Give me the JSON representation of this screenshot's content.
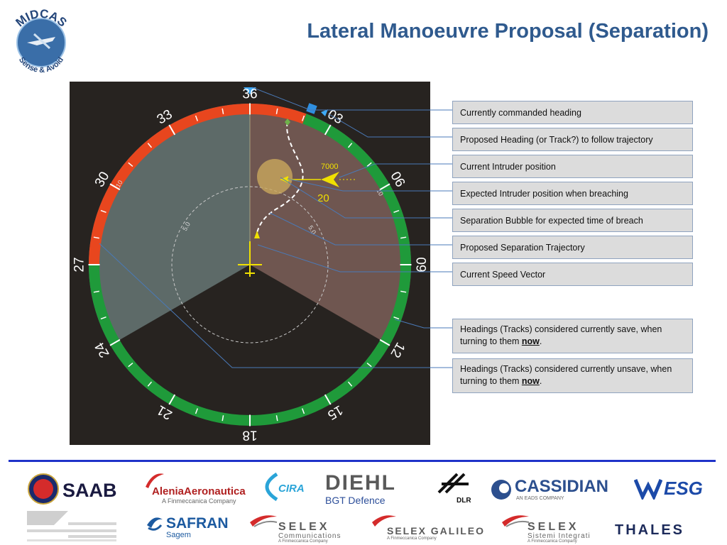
{
  "title": "Lateral Manoeuvre Proposal (Separation)",
  "logo": {
    "text_top": "MIDCAS",
    "text_bottom": "Sense & Avoid"
  },
  "display": {
    "cardinal_labels": [
      "36",
      "03",
      "06",
      "09",
      "12",
      "15",
      "18",
      "21",
      "24",
      "27",
      "30",
      "33"
    ],
    "range_labels": [
      "10",
      "10",
      "5.0",
      "5.0"
    ],
    "intruder_altitude": "7000",
    "intruder_speed": "20",
    "colors": {
      "unsafe": "#e8461e",
      "safe": "#1f9a3a",
      "background": "#272320",
      "sector_unsafe": "#5d6a68",
      "sector_brown": "#6f5650",
      "intruder": "#f0e000",
      "bubble": "#c9a85c"
    }
  },
  "callouts": {
    "commanded_heading": "Currently commanded heading",
    "proposed_heading": "Proposed Heading (or Track?) to follow trajectory",
    "intruder_position": "Current Intruder position",
    "expected_intruder": "Expected Intruder position when breaching",
    "bubble": "Separation Bubble for expected time of breach",
    "trajectory": "Proposed Separation Trajectory",
    "speed_vector": "Current Speed Vector",
    "safe_prefix": "Headings (Tracks) considered currently save, when turning to them ",
    "safe_now": "now",
    "safe_suffix": ".",
    "unsafe_prefix": "Headings (Tracks) considered currently unsave, when turning to them ",
    "unsafe_now": "now",
    "unsafe_suffix": "."
  },
  "partners": {
    "saab": "SAAB",
    "alenia": "AleniaAeronautica",
    "alenia_sub": "A Finmeccanica Company",
    "cira": "CIRA",
    "diehl": "DIEHL",
    "diehl_sub": "BGT Defence",
    "dlr": "DLR",
    "cassidian": "CASSIDIAN",
    "cassidian_sub": "AN EADS COMPANY",
    "esg": "ESG",
    "safran": "SAFRAN",
    "safran_sub": "Sagem",
    "selex_comm": "SELEX",
    "selex_comm_sub": "Communications",
    "selex_comm_sub2": "A Finmeccanica Company",
    "selex_galileo": "SELEX GALILEO",
    "selex_galileo_sub": "A Finmeccanica Company",
    "selex_si": "SELEX",
    "selex_si_sub": "Sistemi Integrati",
    "selex_si_sub2": "A Finmeccanica Company",
    "thales": "THALES"
  }
}
